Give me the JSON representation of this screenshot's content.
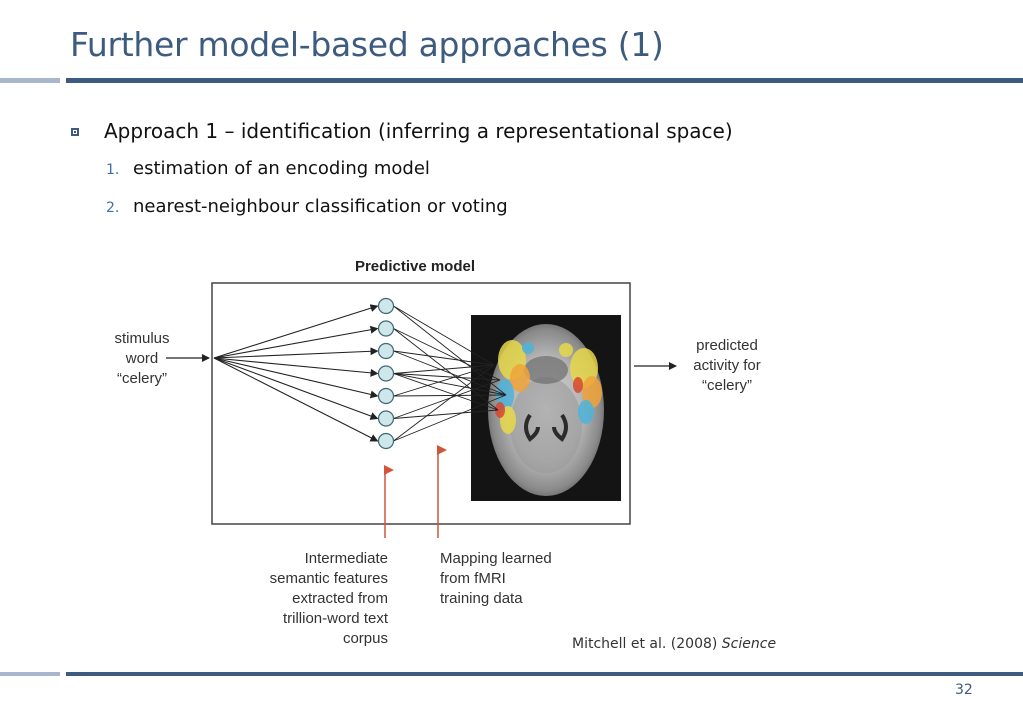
{
  "slide": {
    "title": "Further model-based approaches (1)",
    "bullet": "Approach 1 – identification (inferring a representational space)",
    "steps": [
      {
        "num": "1.",
        "text": "estimation of an encoding model"
      },
      {
        "num": "2.",
        "text": "nearest-neighbour classification or voting"
      }
    ],
    "citation_authors": "Mitchell et al. (2008) ",
    "citation_journal": "Science",
    "page_number": "32",
    "accent_color": "#3d5b7f",
    "rule_light_color": "#a8b7cb"
  },
  "figure": {
    "title": "Predictive model",
    "input_lines": [
      "stimulus",
      "word",
      "“celery”"
    ],
    "output_lines": [
      "predicted",
      "activity for",
      "“celery”"
    ],
    "features_caption": [
      "Intermediate",
      "semantic features",
      "extracted from",
      "trillion-word text",
      "corpus"
    ],
    "mapping_caption": [
      "Mapping learned",
      "from fMRI",
      "training data"
    ],
    "feature_node_count": 7
  }
}
